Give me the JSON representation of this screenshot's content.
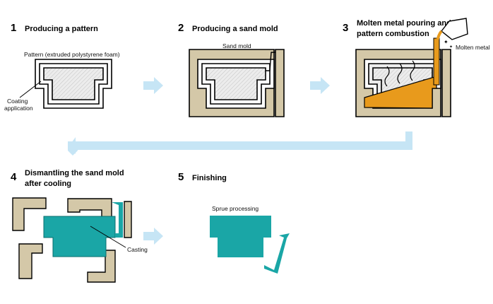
{
  "steps": [
    {
      "number": "1",
      "title_lines": [
        "Producing a pattern"
      ]
    },
    {
      "number": "2",
      "title_lines": [
        "Producing a sand mold"
      ]
    },
    {
      "number": "3",
      "title_lines": [
        "Molten metal pouring and",
        "pattern combustion"
      ]
    },
    {
      "number": "4",
      "title_lines": [
        "Dismantling the sand mold",
        "after cooling"
      ]
    },
    {
      "number": "5",
      "title_lines": [
        "Finishing"
      ]
    }
  ],
  "labels": {
    "pattern": "Pattern (extruded polystyrene foam)",
    "coating": [
      "Coating",
      "application"
    ],
    "sand_mold": "Sand mold",
    "molten_metal": "Molten metal",
    "casting": "Casting",
    "sprue": "Sprue processing"
  },
  "colors": {
    "sand": "#d4c8a8",
    "metal": "#e89a1c",
    "casting": "#1aa6a6",
    "arrow": "#c6e5f5",
    "foam": "#e6e6e6"
  }
}
